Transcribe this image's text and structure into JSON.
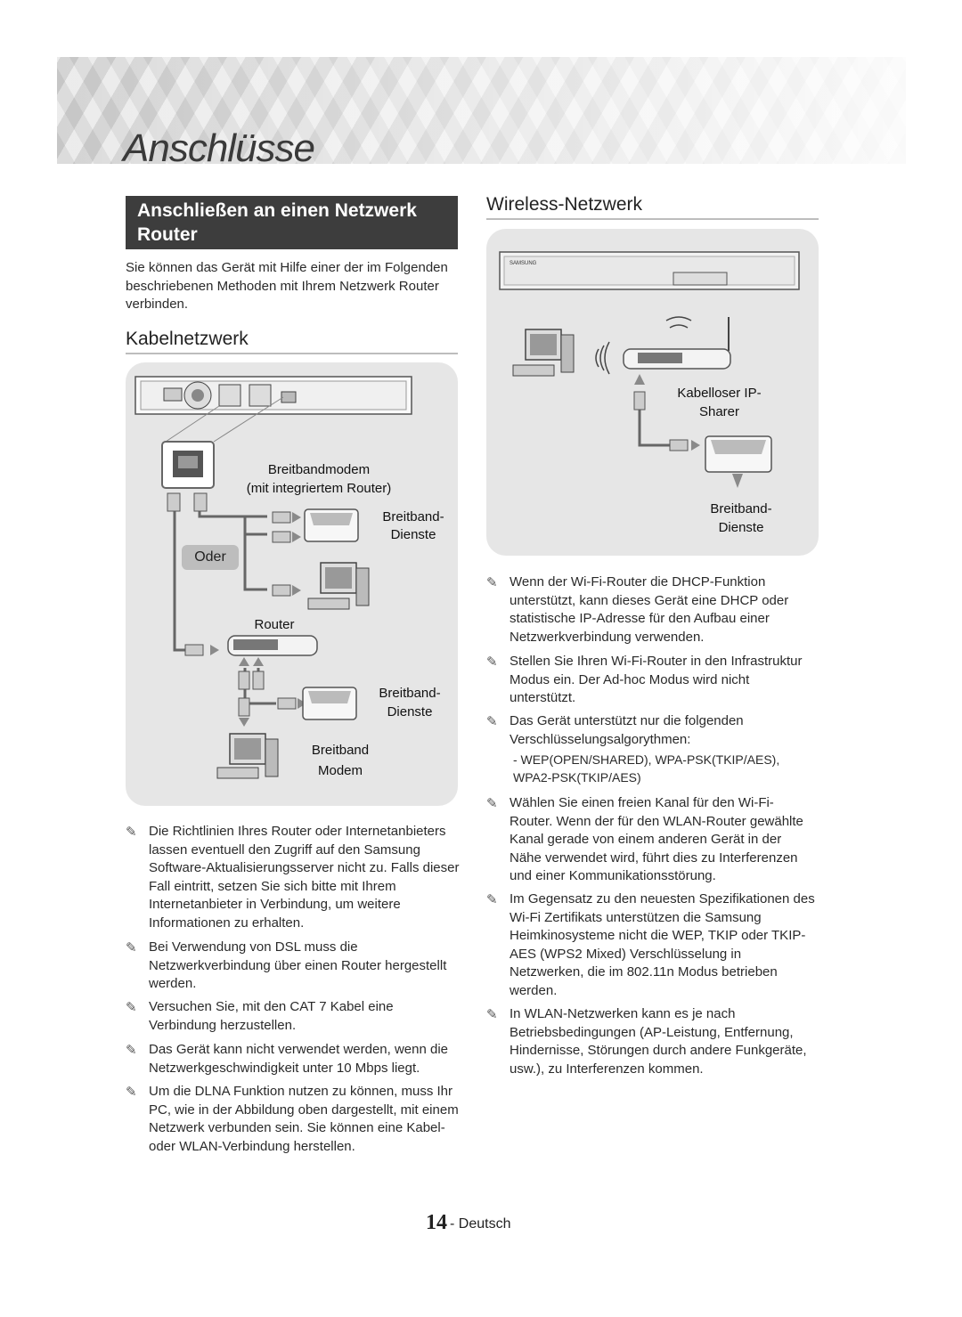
{
  "page_title": "Anschlüsse",
  "left": {
    "section_heading": "Anschließen an einen Netzwerk Router",
    "intro": "Sie können das Gerät mit Hilfe einer der im Folgenden beschriebenen Methoden mit Ihrem Netzwerk Router verbinden.",
    "subheading": "Kabelnetzwerk",
    "diagram": {
      "modem_label_1": "Breitbandmodem",
      "modem_label_2": "(mit integriertem Router)",
      "service1_a": "Breitband-",
      "service1_b": "Dienste",
      "or_label": "Oder",
      "router_label": "Router",
      "service2_a": "Breitband-",
      "service2_b": "Dienste",
      "modem2_a": "Breitband",
      "modem2_b": "Modem"
    },
    "notes": [
      "Die Richtlinien Ihres Router oder Internetanbieters lassen eventuell den Zugriff auf den Samsung Software-Aktualisierungsserver nicht zu. Falls dieser Fall eintritt, setzen Sie sich bitte mit Ihrem Internetanbieter in Verbindung, um weitere Informationen zu erhalten.",
      "Bei Verwendung von DSL muss die Netzwerkverbindung über einen Router hergestellt werden.",
      "Versuchen Sie, mit den CAT 7 Kabel eine Verbindung herzustellen.",
      "Das Gerät kann nicht verwendet werden, wenn die Netzwerkgeschwindigkeit unter 10 Mbps liegt.",
      "Um die DLNA Funktion nutzen zu können, muss Ihr PC, wie in der Abbildung oben dargestellt, mit einem Netzwerk verbunden sein. Sie können eine Kabel- oder WLAN-Verbindung herstellen."
    ]
  },
  "right": {
    "subheading": "Wireless-Netzwerk",
    "diagram": {
      "brand": "SAMSUNG",
      "sharer_a": "Kabelloser IP-",
      "sharer_b": "Sharer",
      "service_a": "Breitband-",
      "service_b": "Dienste"
    },
    "notes": [
      "Wenn der Wi-Fi-Router die DHCP-Funktion unterstützt, kann dieses Gerät eine DHCP oder statistische IP-Adresse für den Aufbau einer Netzwerkverbindung verwenden.",
      "Stellen Sie Ihren Wi-Fi-Router in den Infrastruktur Modus ein. Der Ad-hoc Modus wird nicht unterstützt.",
      "Das Gerät unterstützt nur die folgenden Verschlüsselungsalgorythmen:",
      "Wählen Sie einen freien Kanal für den Wi-Fi-Router. Wenn der für den WLAN-Router gewählte Kanal gerade von einem anderen Gerät in der Nähe verwendet wird, führt dies zu Interferenzen und einer Kommunikationsstörung.",
      "Im Gegensatz zu den neuesten Spezifikationen des Wi-Fi Zertifikats unterstützen die Samsung Heimkinosysteme nicht die WEP, TKIP oder TKIP-AES (WPS2 Mixed) Verschlüsselung in Netzwerken, die im 802.11n Modus betrieben werden.",
      "In WLAN-Netzwerken kann es je nach Betriebsbedingungen (AP-Leistung, Entfernung, Hindernisse, Störungen durch andere Funkgeräte, usw.), zu Interferenzen kommen."
    ],
    "encryption_list": "- WEP(OPEN/SHARED), WPA-PSK(TKIP/AES), WPA2-PSK(TKIP/AES)"
  },
  "footer": {
    "page_number": "14",
    "language": "- Deutsch"
  }
}
